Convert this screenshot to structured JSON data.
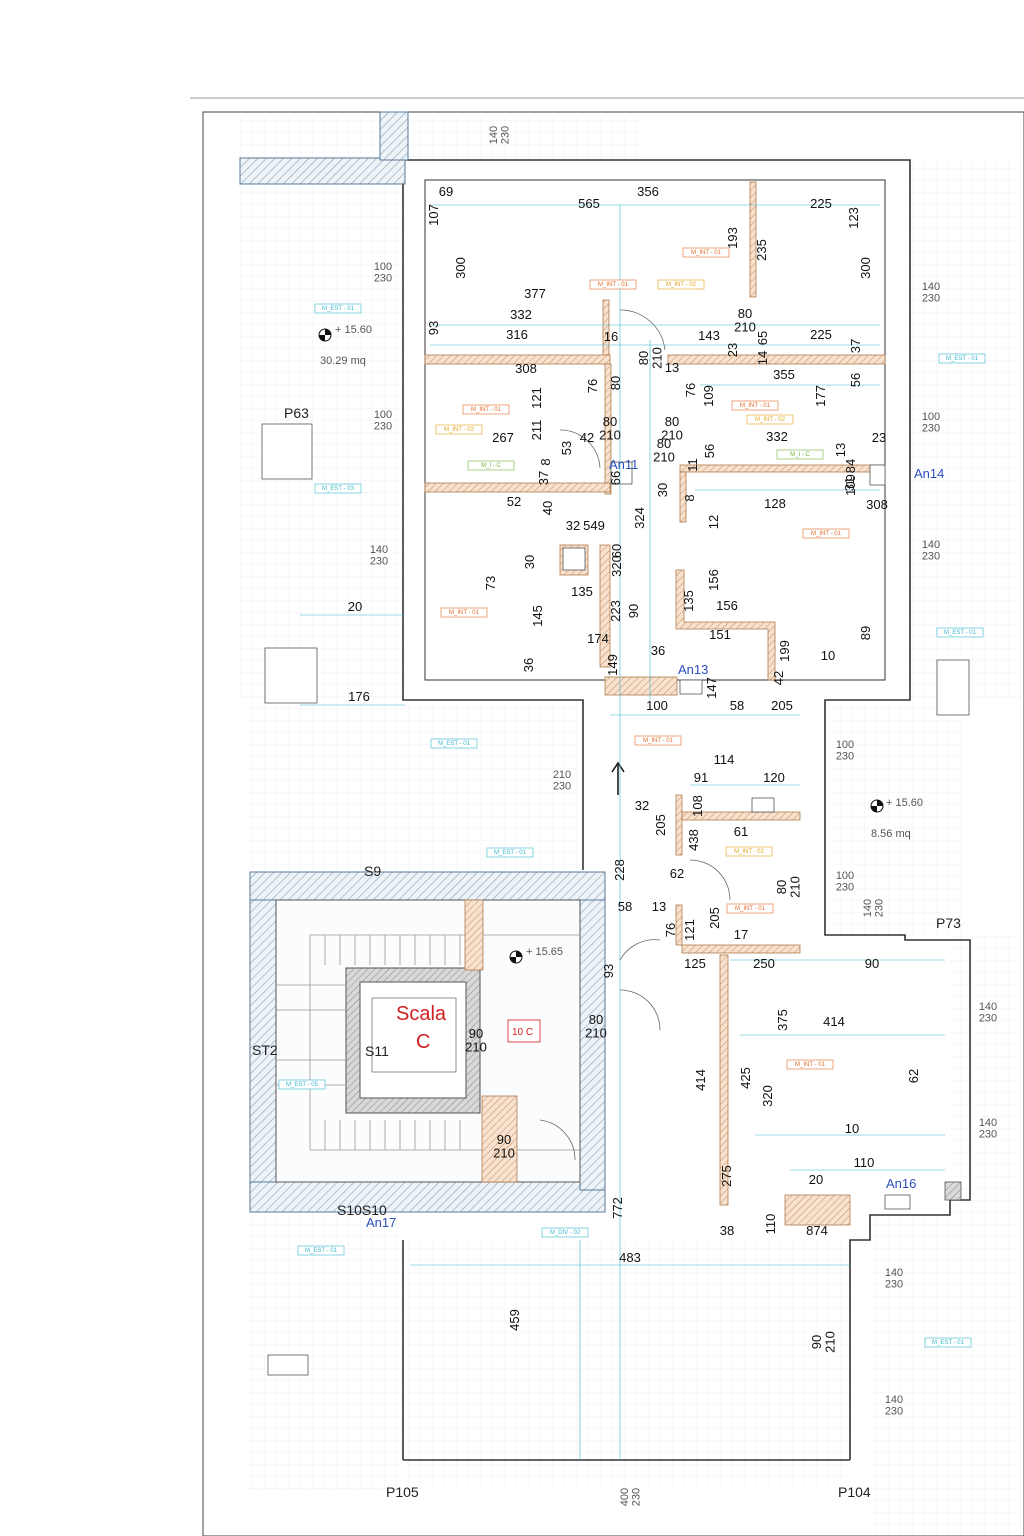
{
  "stair": {
    "title_line1": "Scala",
    "title_line2": "C",
    "unit": "10 C"
  },
  "levels": [
    {
      "value": "+ 15.60",
      "area": "30.29 mq"
    },
    {
      "value": "+ 15.60",
      "area": "8.56 mq"
    },
    {
      "value": "+ 15.65"
    }
  ],
  "codes": [
    "P63",
    "P73",
    "P105",
    "P104",
    "S9",
    "S11",
    "ST2",
    "S10S10",
    "An11",
    "An13",
    "An14",
    "An16",
    "An17"
  ],
  "tags": [
    "M_INT - 01",
    "M_INT - 02",
    "M_I - C",
    "M_EST - 01",
    "M_EST - 03",
    "M_EST - 05",
    "M_DIV - 02"
  ],
  "windows": [
    "140\n230",
    "100\n230",
    "210\n230",
    "400\n230"
  ],
  "dims": [
    "69",
    "107",
    "565",
    "356",
    "225",
    "123",
    "193",
    "235",
    "300",
    "300",
    "377",
    "332",
    "316",
    "16",
    "80\n210",
    "143",
    "23",
    "65",
    "14",
    "225",
    "37",
    "93",
    "308",
    "121",
    "76",
    "80",
    "13",
    "76",
    "109",
    "355",
    "56",
    "177",
    "267",
    "211",
    "42",
    "53",
    "80\n210",
    "80\n210",
    "56",
    "332",
    "13",
    "23",
    "37",
    "8",
    "66",
    "11",
    "109",
    "84",
    "30",
    "8",
    "31",
    "308",
    "52",
    "40",
    "32",
    "549",
    "324",
    "128",
    "12",
    "60",
    "30",
    "320",
    "73",
    "135",
    "145",
    "223",
    "90",
    "135",
    "156",
    "156",
    "151",
    "20",
    "174",
    "36",
    "36",
    "149",
    "89",
    "199",
    "10",
    "42",
    "147",
    "176",
    "100",
    "58",
    "205",
    "114",
    "91",
    "120",
    "32",
    "108",
    "205",
    "61",
    "438",
    "228",
    "80\n210",
    "62",
    "58",
    "13",
    "76",
    "121",
    "205",
    "17",
    "93",
    "125",
    "250",
    "90",
    "375",
    "414",
    "425",
    "414",
    "62",
    "320",
    "10",
    "275",
    "110",
    "20",
    "38",
    "110",
    "874",
    "772",
    "483",
    "459",
    "90\n210",
    "90\n210",
    "90\n210",
    "80\n210",
    "80\n210",
    "80\n210"
  ]
}
